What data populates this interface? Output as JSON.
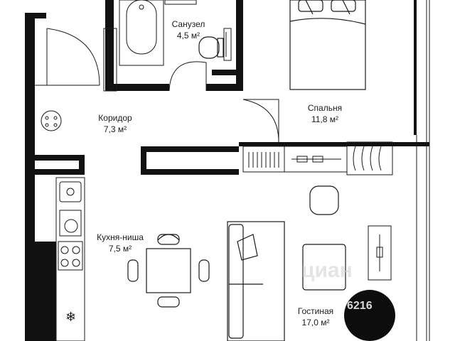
{
  "rooms": {
    "bathroom": {
      "name": "Санузел",
      "area": "4,5 м²"
    },
    "bedroom": {
      "name": "Спальня",
      "area": "11,8 м²"
    },
    "corridor": {
      "name": "Коридор",
      "area": "7,3 м²"
    },
    "kitchen": {
      "name": "Кухня-ниша",
      "area": "7,5 м²"
    },
    "living": {
      "name": "Гостиная",
      "area": "17,0 м²"
    }
  },
  "watermark": {
    "text": "циан",
    "number": "6216"
  },
  "colors": {
    "wall": "#111111",
    "line": "#1a1a1a",
    "bg": "#ffffff"
  },
  "icons": [
    "bathtub-icon",
    "toilet-icon",
    "bed-icon",
    "sink-icon",
    "stove-icon",
    "washer-icon",
    "fridge-snowflake-icon",
    "dining-table-icon",
    "sofa-icon",
    "armchair-icon",
    "tv-stand-icon",
    "round-rug-icon",
    "wardrobe-icon"
  ]
}
